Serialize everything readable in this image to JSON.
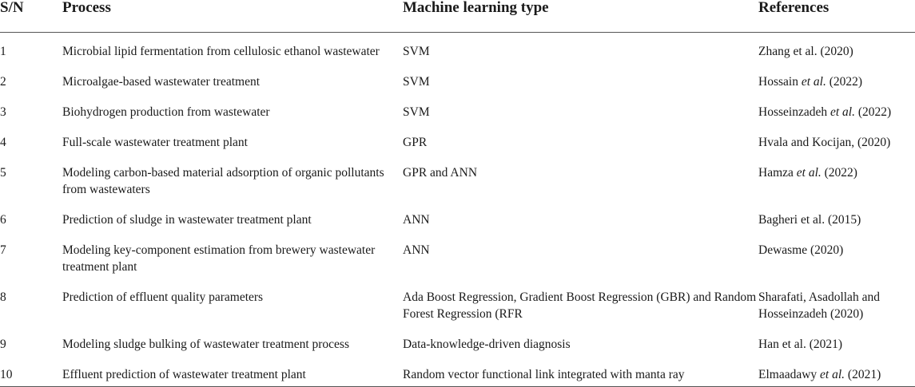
{
  "headers": {
    "sn": "S/N",
    "process": "Process",
    "ml_type": "Machine learning type",
    "references": "References"
  },
  "rows": [
    {
      "sn": "1",
      "process": "Microbial lipid fermentation from cellulosic ethanol wastewater",
      "ml_type": "SVM",
      "ref_pre": "Zhang et al. (2020)",
      "ref_em": "",
      "ref_post": ""
    },
    {
      "sn": "2",
      "process": "Microalgae-based wastewater treatment",
      "ml_type": "SVM",
      "ref_pre": "Hossain ",
      "ref_em": "et al.",
      "ref_post": " (2022)"
    },
    {
      "sn": "3",
      "process": "Biohydrogen production from wastewater",
      "ml_type": "SVM",
      "ref_pre": "Hosseinzadeh ",
      "ref_em": "et al.",
      "ref_post": " (2022)"
    },
    {
      "sn": "4",
      "process": "Full-scale wastewater treatment plant",
      "ml_type": "GPR",
      "ref_pre": "Hvala and Kocijan, (2020)",
      "ref_em": "",
      "ref_post": ""
    },
    {
      "sn": "5",
      "process": "Modeling carbon-based material adsorption of organic pollutants from wastewaters",
      "ml_type": "GPR and ANN",
      "ref_pre": "Hamza ",
      "ref_em": "et al.",
      "ref_post": " (2022)"
    },
    {
      "sn": "6",
      "process": "Prediction of sludge in wastewater treatment plant",
      "ml_type": "ANN",
      "ref_pre": "Bagheri et al. (2015)",
      "ref_em": "",
      "ref_post": ""
    },
    {
      "sn": "7",
      "process": "Modeling key-component estimation from brewery wastewater treatment plant",
      "ml_type": "ANN",
      "ref_pre": "Dewasme (2020)",
      "ref_em": "",
      "ref_post": ""
    },
    {
      "sn": "8",
      "process": "Prediction of effluent quality parameters",
      "ml_type": "Ada Boost Regression, Gradient Boost Regression (GBR) and Random Forest Regression (RFR",
      "ref_pre": "Sharafati, Asadollah and Hosseinzadeh (2020)",
      "ref_em": "",
      "ref_post": ""
    },
    {
      "sn": "9",
      "process": "Modeling sludge bulking of wastewater treatment process",
      "ml_type": "Data-knowledge-driven diagnosis",
      "ref_pre": "Han et al. (2021)",
      "ref_em": "",
      "ref_post": ""
    },
    {
      "sn": "10",
      "process": "Effluent prediction of wastewater treatment plant",
      "ml_type": "Random vector functional link integrated with manta ray",
      "ref_pre": "Elmaadawy ",
      "ref_em": "et al.",
      "ref_post": " (2021)"
    }
  ]
}
